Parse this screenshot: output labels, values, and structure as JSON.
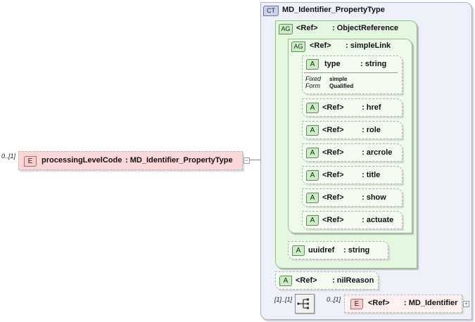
{
  "root": {
    "multiplicity": "0..[1]",
    "badge": "E",
    "label": "processingLevelCode",
    "type": ": MD_Identifier_PropertyType",
    "toggle": "−"
  },
  "complex_type": {
    "badge": "CT",
    "title": "MD_Identifier_PropertyType"
  },
  "object_reference": {
    "badge": "AG",
    "ref": "<Ref>",
    "name": ": ObjectReference"
  },
  "simple_link": {
    "badge": "AG",
    "ref": "<Ref>",
    "name": ": simpleLink"
  },
  "type_attr": {
    "badge": "A",
    "name": "type",
    "type": ": string",
    "fixed_label": "Fixed",
    "fixed_value": "simple",
    "form_label": "Form",
    "form_value": "Qualified"
  },
  "attributes": [
    {
      "badge": "A",
      "ref": "<Ref>",
      "name": ": href"
    },
    {
      "badge": "A",
      "ref": "<Ref>",
      "name": ": role"
    },
    {
      "badge": "A",
      "ref": "<Ref>",
      "name": ": arcrole"
    },
    {
      "badge": "A",
      "ref": "<Ref>",
      "name": ": title"
    },
    {
      "badge": "A",
      "ref": "<Ref>",
      "name": ": show"
    },
    {
      "badge": "A",
      "ref": "<Ref>",
      "name": ": actuate"
    }
  ],
  "uuidref": {
    "badge": "A",
    "name": "uuidref",
    "type": ": string"
  },
  "nil_reason": {
    "badge": "A",
    "ref": "<Ref>",
    "name": ": nilReason"
  },
  "sequence": {
    "multiplicity": "[1]..[1]"
  },
  "child_element": {
    "multiplicity": "0..[1]",
    "badge": "E",
    "ref": "<Ref>",
    "name": ": MD_Identifier",
    "toggle": "+"
  }
}
